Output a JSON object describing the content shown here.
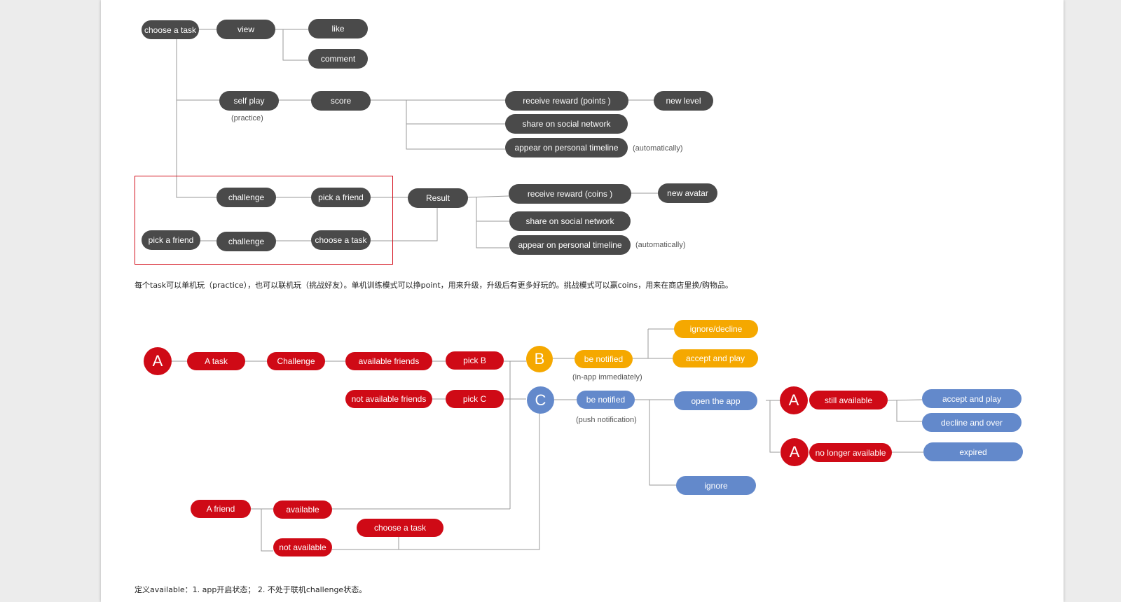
{
  "colors": {
    "dark_node": "#4a4a4a",
    "red_node": "#cf0a16",
    "orange_node": "#f5a800",
    "blue_node": "#6389cb",
    "highlight_border": "#d3101c",
    "line": "#9a9a9a",
    "page_bg": "#ececec",
    "paper_bg": "#ffffff"
  },
  "flow1": {
    "nodes": {
      "choose_task": "choose a task",
      "view": "view",
      "like": "like",
      "comment": "comment",
      "self_play": "self play",
      "score": "score",
      "receive_points": "receive reward (points )",
      "new_level": "new level",
      "share_social_1": "share on social network",
      "timeline_1": "appear on personal timeline",
      "challenge_1": "challenge",
      "pick_friend_1": "pick a friend",
      "result": "Result",
      "receive_coins": "receive reward (coins )",
      "new_avatar": "new avatar",
      "share_social_2": "share on social network",
      "timeline_2": "appear on personal timeline",
      "pick_friend_2": "pick a friend",
      "challenge_2": "challenge",
      "choose_task_2": "choose a task"
    },
    "notes": {
      "practice": "(practice)",
      "auto_1": "(automatically)",
      "auto_2": "(automatically)"
    },
    "description": "每个task可以单机玩（practice），也可以联机玩（挑战好友）。单机训练模式可以挣point，用来升级，升级后有更多好玩的。挑战模式可以赢coins，用来在商店里换/购物品。"
  },
  "flow2": {
    "circles": {
      "a1": "A",
      "b": "B",
      "c": "C",
      "a2": "A",
      "a3": "A"
    },
    "nodes": {
      "a_task": "A task",
      "challenge": "Challenge",
      "available_friends": "available friends",
      "pick_b": "pick B",
      "not_available_friends": "not available friends",
      "pick_c": "pick C",
      "be_notified_b": "be notified",
      "ignore_decline": "ignore/decline",
      "accept_play_b": "accept and play",
      "be_notified_c": "be notified",
      "open_app": "open the app",
      "ignore": "ignore",
      "still_available": "still available",
      "accept_play_c": "accept and play",
      "decline_over": "decline and over",
      "no_longer_available": "no longer available",
      "expired": "expired",
      "a_friend": "A friend",
      "available": "available",
      "not_available": "not available",
      "choose_task": "choose a task"
    },
    "notes": {
      "in_app": "(in-app immediately)",
      "push": "(push notification)"
    },
    "definition": "定义available：1. app开启状态； 2. 不处于联机challenge状态。"
  }
}
